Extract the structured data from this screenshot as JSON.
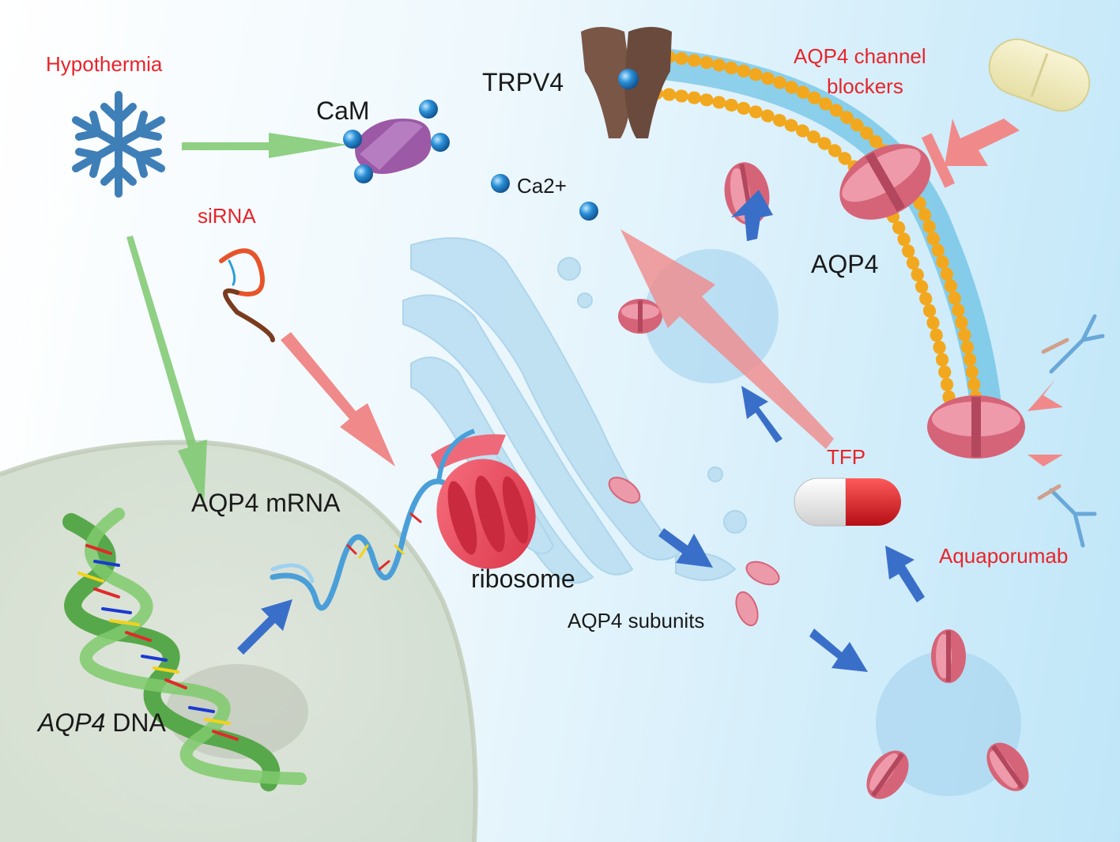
{
  "labels": {
    "hypothermia": "Hypothermia",
    "cam": "CaM",
    "trpv4": "TRPV4",
    "ca2": "Ca2+",
    "blockers_line1": "AQP4 channel",
    "blockers_line2": "blockers",
    "aqp4": "AQP4",
    "sirna": "siRNA",
    "aqp4_mrna": "AQP4 mRNA",
    "ribosome": "ribosome",
    "aqp4_subunits": "AQP4 subunits",
    "tfp": "TFP",
    "aquaporumab": "Aquaporumab",
    "dna_italic": "AQP4",
    "dna_suffix": " DNA"
  },
  "icons": [
    "snowflake-icon",
    "pill-icon",
    "capsule-icon",
    "antibody-icon",
    "dna-helix-icon",
    "mrna-strand-icon",
    "sirna-strand-icon",
    "ribosome-icon",
    "golgi-icon",
    "nucleus-icon",
    "vesicle-icon",
    "membrane-icon",
    "channel-icon",
    "calcium-ion-icon"
  ],
  "colors": {
    "inhibitor_text": "#e8242a",
    "label_text": "#1a1a1a",
    "process_arrow": "#3a6fc9",
    "inhibit_arrow": "#f08a8a",
    "hypothermia_arrow": "#7cc86e",
    "aqp4_channel": "#d66478",
    "membrane_bead": "#f2a81e",
    "calcium_ion": "#2a8fd6",
    "cam": "#9b59a6",
    "trpv4": "#7a5647"
  }
}
